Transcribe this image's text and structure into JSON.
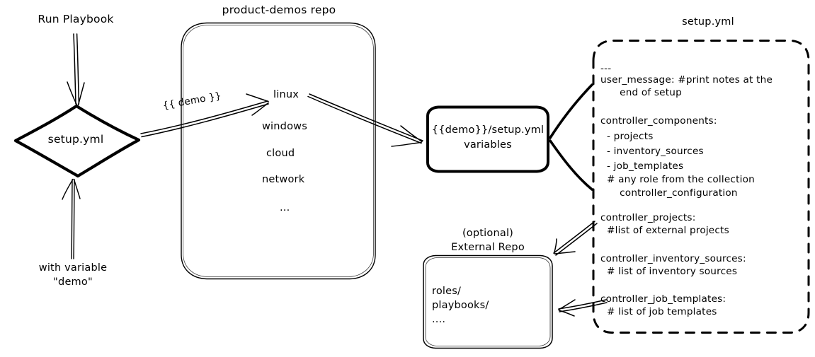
{
  "diagram": {
    "title_hidden": "Ansible product-demos setup.yml flow",
    "nodes": {
      "run_playbook_label": "Run Playbook",
      "setup_diamond": "setup.yml",
      "with_variable_label_line1": "with variable",
      "with_variable_label_line2": "\"demo\"",
      "repo_title": "product-demos repo",
      "repo_items": [
        "linux",
        "windows",
        "cloud",
        "network",
        "..."
      ],
      "demo_arrow_label": "{{ demo }}",
      "variables_box_line1": "{{demo}}/setup.yml",
      "variables_box_line2": "variables",
      "external_repo_title_line1": "(optional)",
      "external_repo_title_line2": "External Repo",
      "external_repo_items": [
        "roles/",
        "playbooks/",
        "...."
      ],
      "setup_panel_title": "setup.yml",
      "setup_panel_lines": [
        "---",
        "user_message: #print notes at the",
        "      end of setup",
        "",
        "controller_components:",
        "  - projects",
        "  - inventory_sources",
        "  - job_templates",
        "  # any role from the collection",
        "      controller_configuration",
        "",
        "controller_projects:",
        "  #list of external projects",
        "",
        "controller_inventory_sources:",
        "  # list of inventory sources",
        "",
        "controller_job_templates:",
        "  # list of job templates"
      ]
    },
    "colors": {
      "ink": "#000000",
      "paper": "#ffffff"
    }
  }
}
